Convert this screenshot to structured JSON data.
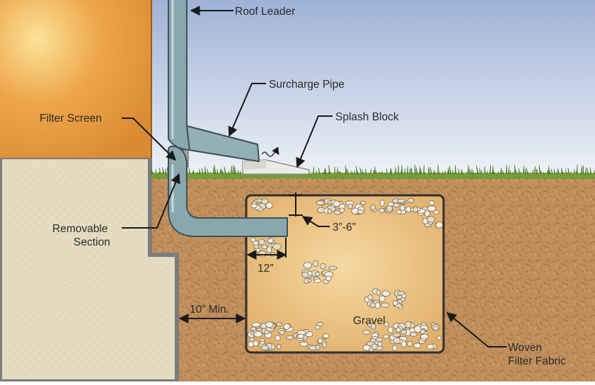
{
  "labels": {
    "roof_leader": "Roof Leader",
    "surcharge_pipe": "Surcharge Pipe",
    "splash_block": "Splash Block",
    "filter_screen": "Filter Screen",
    "removable_section_line1": "Removable",
    "removable_section_line2": "Section",
    "depth_dimension": "3”-6”",
    "pipe_extension": "12”",
    "offset_min": "10” Min.",
    "gravel": "Gravel",
    "woven_fabric_line1": "Woven",
    "woven_fabric_line2": "Filter Fabric"
  },
  "colors": {
    "sky_top": "#9fb2d6",
    "sky_bottom": "#eef2f7",
    "house_wall": "#e39a3a",
    "foundation": "#e6dcc2",
    "soil": "#c08f5c",
    "grass": "#5f9a30",
    "pipe": "#8aa7ad",
    "gravel_pit": "#e3b36f",
    "outline": "#333333"
  }
}
